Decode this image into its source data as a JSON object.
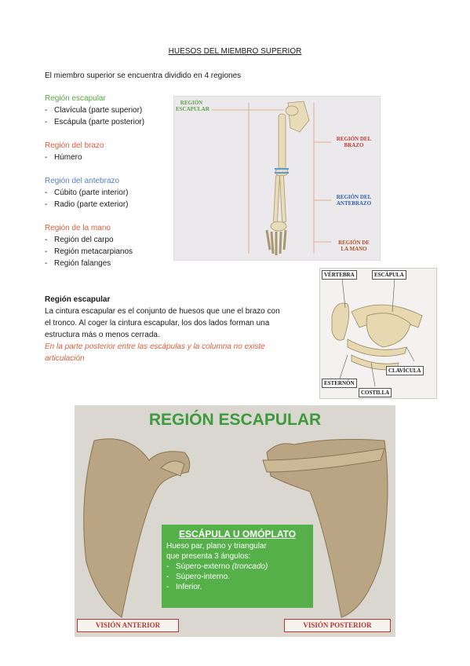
{
  "title": "HUESOS DEL MIEMBRO SUPERIOR",
  "intro": "El miembro superior se encuentra dividido en 4 regiones",
  "regions": [
    {
      "heading": "Región escapular",
      "items": [
        "Clavícula (parte superior)",
        "Escápula (parte posterior)"
      ]
    },
    {
      "heading": "Región del brazo",
      "items": [
        "Húmero"
      ]
    },
    {
      "heading": "Región del antebrazo",
      "items": [
        "Cúbito (parte interior)",
        "Radio (parte exterior)"
      ]
    },
    {
      "heading": "Región de la mano",
      "items": [
        "Región del carpo",
        "Región metacarpianos",
        "Región falanges"
      ]
    }
  ],
  "section": {
    "heading": "Región escapular",
    "body": [
      "La cintura escapular es el conjunto de huesos que une el brazo con",
      "el tronco. Al coger la cintura escapular, los dos lados forman una",
      "estructura más o menos cerrada."
    ],
    "note": [
      "En la parte posterior entre las escápulas y la columna no existe",
      "articulación"
    ]
  },
  "figure1": {
    "labels": [
      "REGIÓN",
      "ESCAPULAR",
      "REGIÓN DEL",
      "BRAZO",
      "REGIÓN DEL",
      "ANTEBRAZO",
      "REGIÓN DE",
      "LA MANO"
    ]
  },
  "figure2": {
    "labels": [
      "VÉRTEBRA",
      "ESCÁPULA",
      "CLAVÍCULA",
      "ESTERNÓN",
      "COSTILLA"
    ]
  },
  "figure3": {
    "title": "REGIÓN ESCAPULAR",
    "box_title": "ESCÁPULA U OMÓPLATO",
    "box_line1": "Hueso par, plano y triangular",
    "box_line2": "que presenta 3 ángulos:",
    "angles": [
      "Súpero-externo",
      "Súpero-interno.",
      "Inferior."
    ],
    "angle1_note": "(troncado)",
    "view_left": "VISIÓN ANTERIOR",
    "view_right": "VISIÓN POSTERIOR"
  },
  "colors": {
    "green": "#5aa64b",
    "red": "#d9603f",
    "blue": "#5a7ec9",
    "figure_title": "#3d9a3d"
  }
}
